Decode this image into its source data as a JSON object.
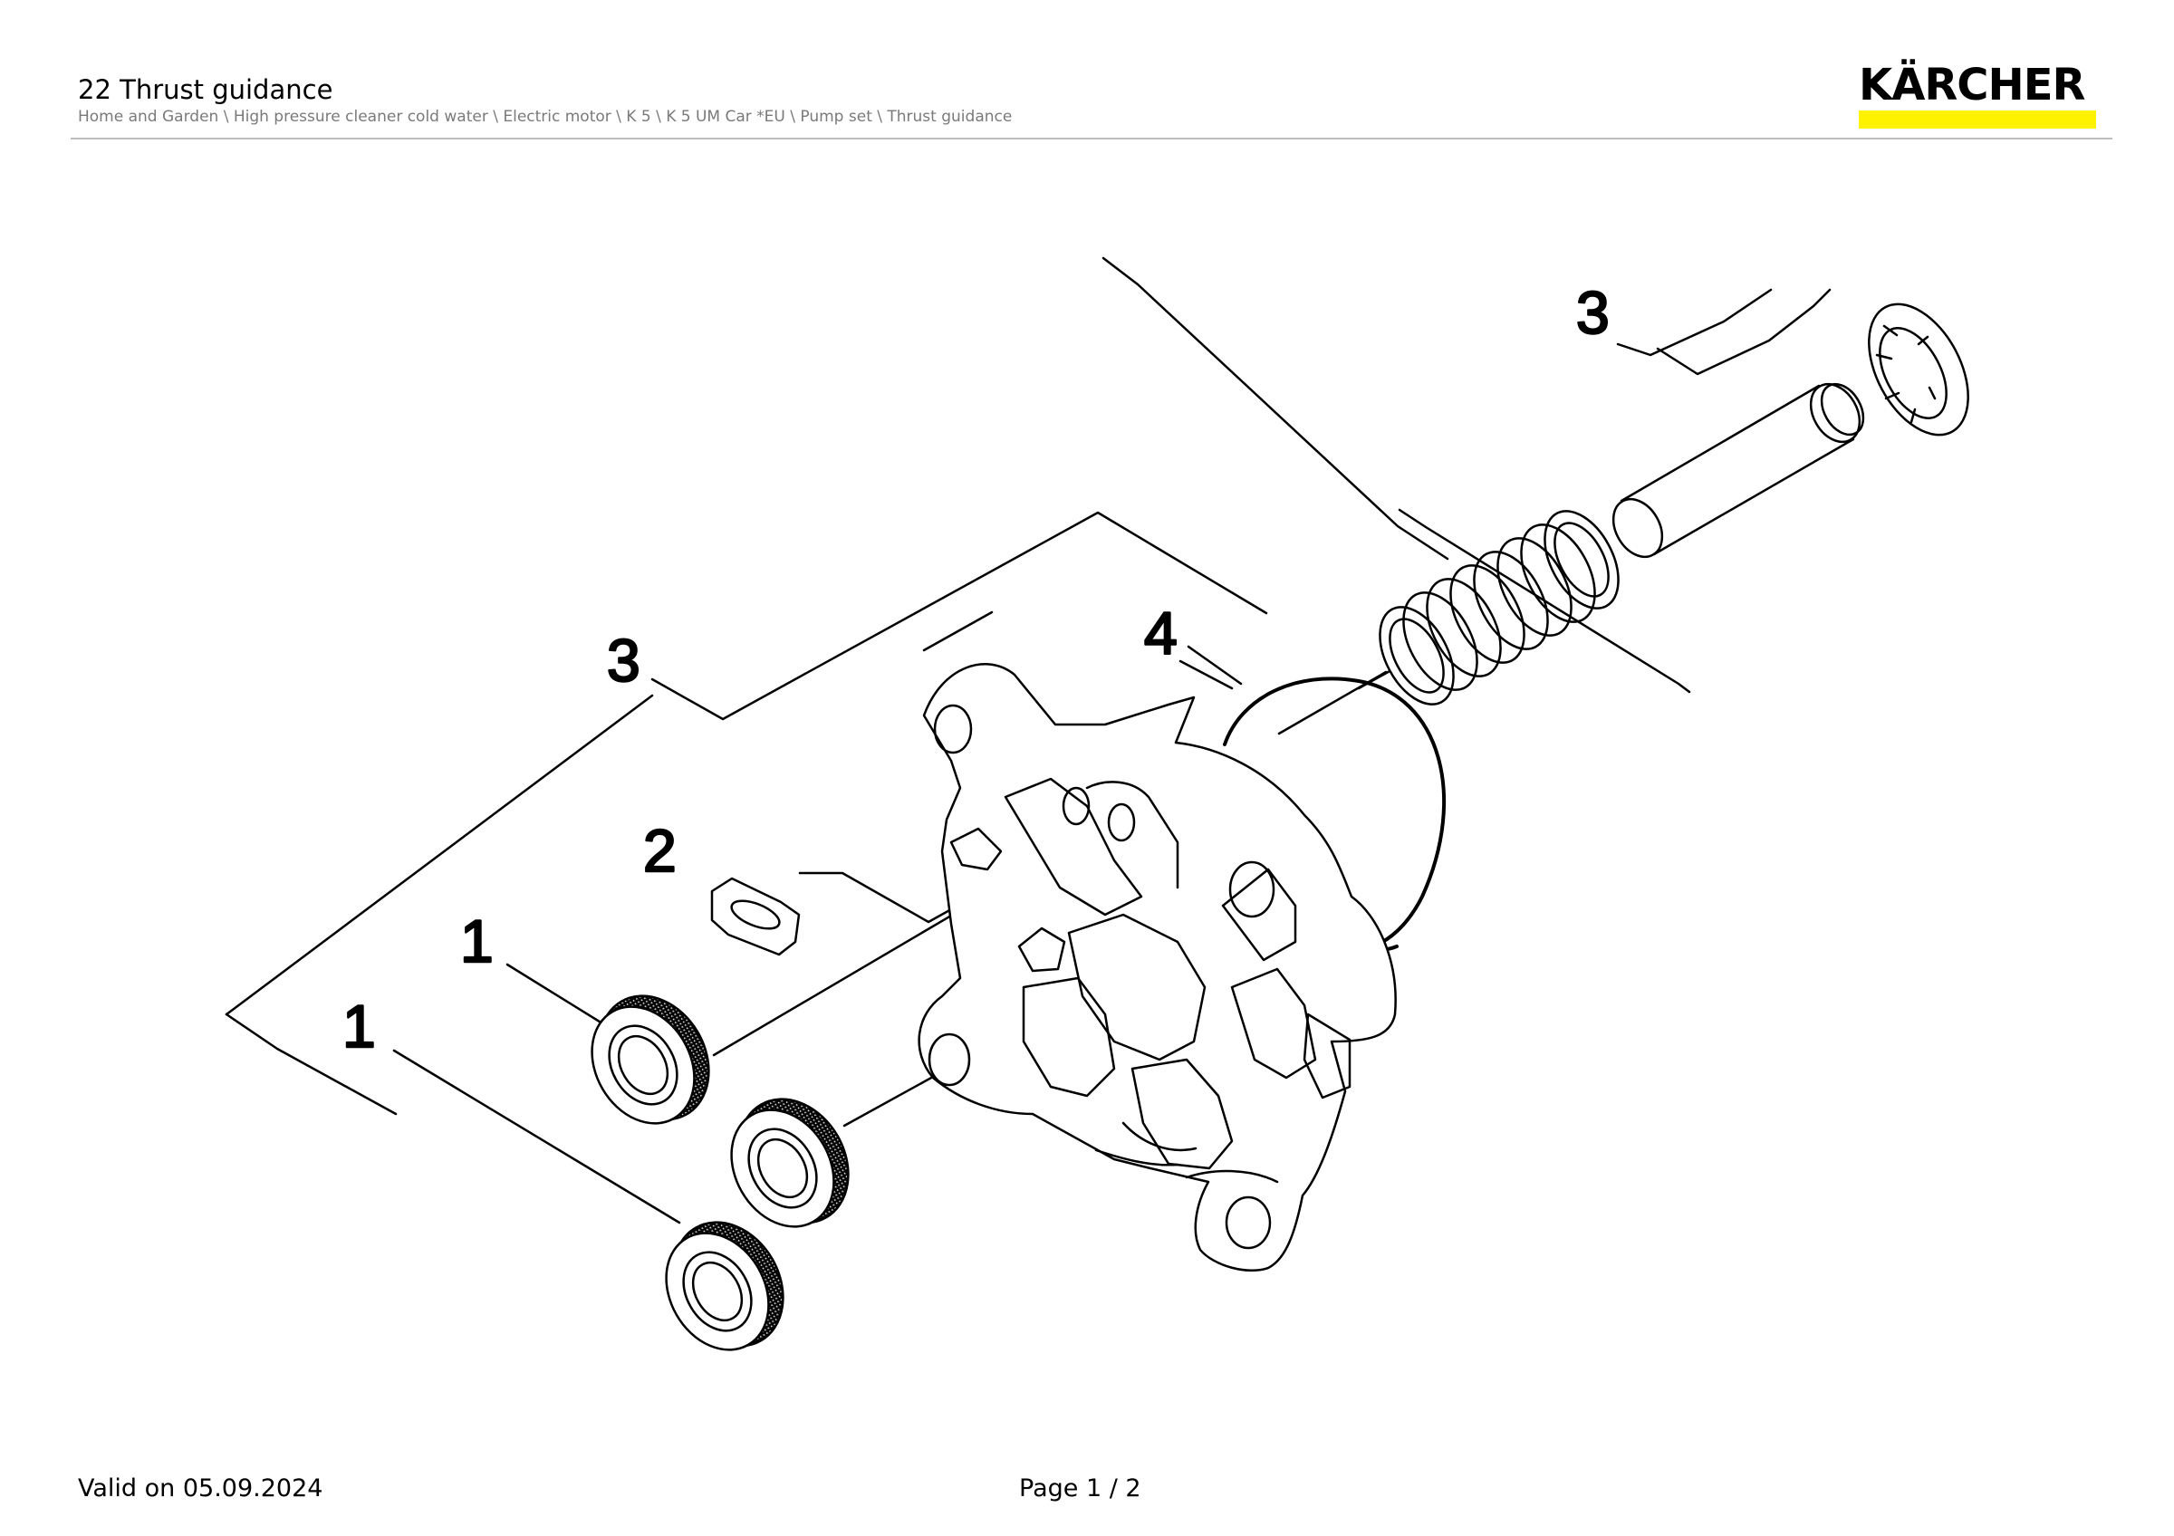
{
  "header": {
    "title": "22 Thrust guidance",
    "breadcrumb": "Home and Garden \\ High pressure cleaner cold water \\ Electric motor \\ K 5 \\ K 5 UM Car *EU \\ Pump set \\ Thrust guidance"
  },
  "logo": {
    "text": "KÄRCHER"
  },
  "drawing": {
    "callouts": {
      "top_right": "3",
      "left_assembly": "3",
      "o_ring": "4",
      "insert": "2",
      "bearing_upper": "1",
      "bearing_lower": "1"
    }
  },
  "footer": {
    "valid": "Valid on 05.09.2024",
    "page": "Page 1 / 2"
  },
  "colors": {
    "brand_yellow": "#fff200",
    "rule": "#bdbdbd",
    "breadcrumb": "#7a7a7a"
  }
}
